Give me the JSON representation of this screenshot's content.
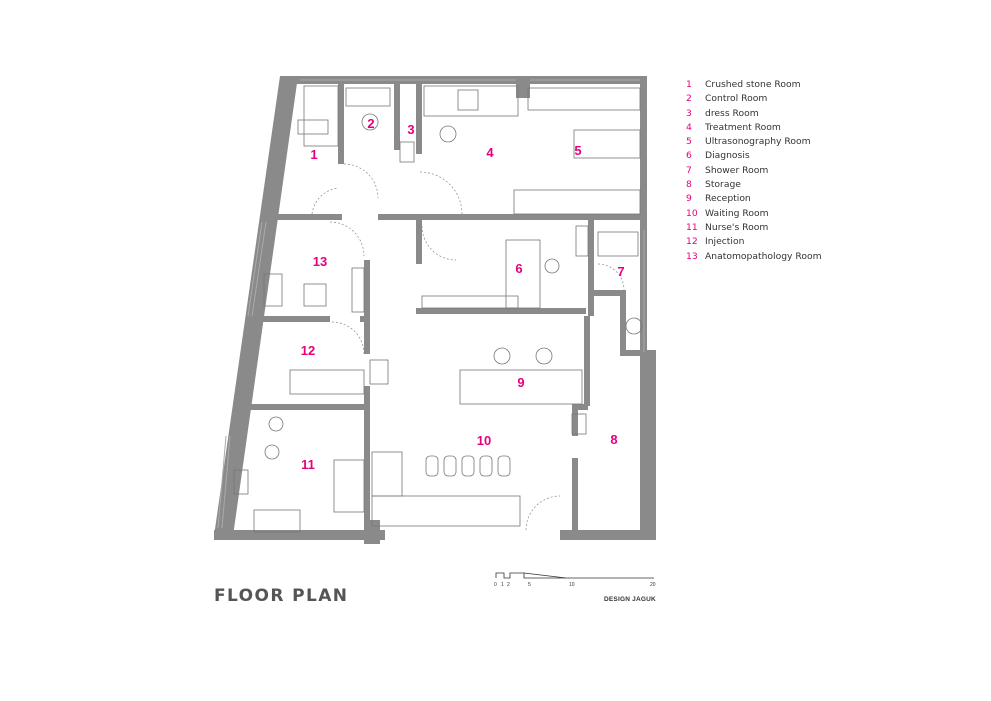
{
  "title": "FLOOR PLAN",
  "credit": "DESIGN JAGUK",
  "accent_color": "#e6007e",
  "wall_color": "#8a8a8a",
  "legend": [
    {
      "num": "1",
      "label": "Crushed stone Room"
    },
    {
      "num": "2",
      "label": "Control Room"
    },
    {
      "num": "3",
      "label": "dress Room"
    },
    {
      "num": "4",
      "label": "Treatment Room"
    },
    {
      "num": "5",
      "label": "Ultrasonography Room"
    },
    {
      "num": "6",
      "label": "Diagnosis"
    },
    {
      "num": "7",
      "label": "Shower Room"
    },
    {
      "num": "8",
      "label": "Storage"
    },
    {
      "num": "9",
      "label": "Reception"
    },
    {
      "num": "10",
      "label": "Waiting Room"
    },
    {
      "num": "11",
      "label": "Nurse's Room"
    },
    {
      "num": "12",
      "label": "Injection"
    },
    {
      "num": "13",
      "label": "Anatomopathology Room"
    }
  ],
  "rooms": {
    "r1": "1",
    "r2": "2",
    "r3": "3",
    "r4": "4",
    "r5": "5",
    "r6": "6",
    "r7": "7",
    "r8": "8",
    "r9": "9",
    "r10": "10",
    "r11": "11",
    "r12": "12",
    "r13": "13"
  },
  "scale": {
    "ticks": [
      "0",
      "1",
      "2",
      "5",
      "10",
      "20"
    ]
  }
}
